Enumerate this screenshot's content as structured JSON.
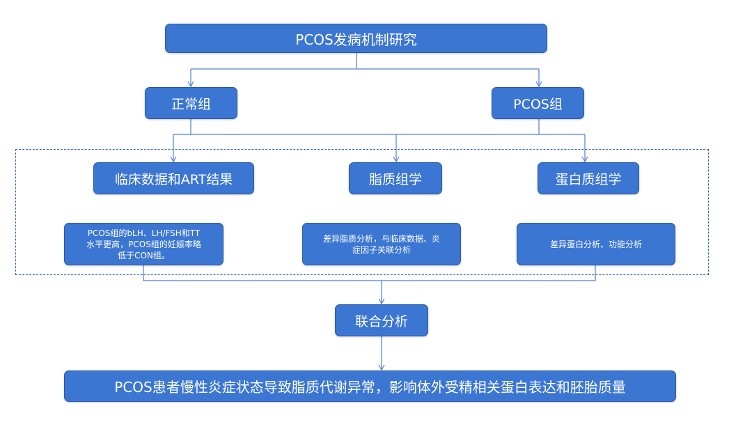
{
  "diagram": {
    "title": "PCOS发病机制研究",
    "groups": {
      "normal": "正常组",
      "pcos": "PCOS组"
    },
    "analyses": {
      "clinical": "临床数据和ART结果",
      "lipidomics": "脂质组学",
      "proteomics": "蛋白质组学"
    },
    "findings": {
      "clinical_line1": "PCOS组的bLH、LH/FSH和TT",
      "clinical_line2": "水平更高，PCOS组的妊娠率略",
      "clinical_line3": "低于CON组。",
      "lipid_line1": "差异脂质分析，与临床数据、炎",
      "lipid_line2": "症因子关联分析",
      "protein": "差异蛋白分析、功能分析"
    },
    "combined": "联合分析",
    "conclusion": "PCOS患者慢性炎症状态导致脂质代谢异常，影响体外受精相关蛋白表达和胚胎质量"
  },
  "colors": {
    "box_fill": "#3b76d2",
    "connector": "#4d7fd4",
    "frame": "#2f66c6"
  }
}
